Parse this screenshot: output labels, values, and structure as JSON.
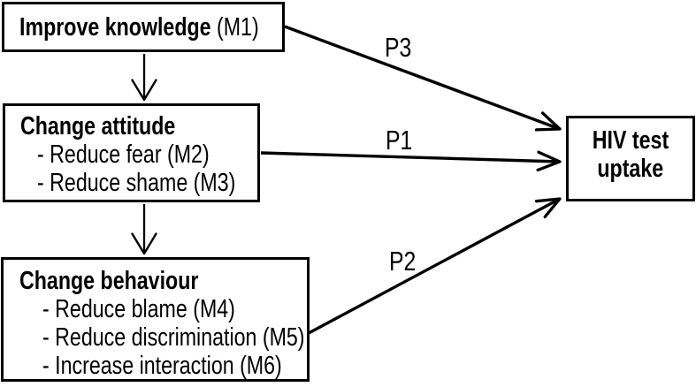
{
  "figure": {
    "background": "#ffffff",
    "ink_color": "#000000",
    "boxes": {
      "improve_knowledge": {
        "title": "Improve knowledge",
        "code": "(M1)"
      },
      "change_attitude": {
        "title": "Change attitude",
        "items": [
          "- Reduce fear (M2)",
          "- Reduce shame (M3)"
        ]
      },
      "change_behaviour": {
        "title": "Change behaviour",
        "items": [
          "- Reduce blame (M4)",
          "- Reduce discrimination (M5)",
          "- Increase interaction (M6)"
        ]
      },
      "hiv_test_uptake": {
        "line1": "HIV test",
        "line2": "uptake"
      }
    },
    "path_labels": {
      "p1": "P1",
      "p2": "P2",
      "p3": "P3"
    }
  }
}
